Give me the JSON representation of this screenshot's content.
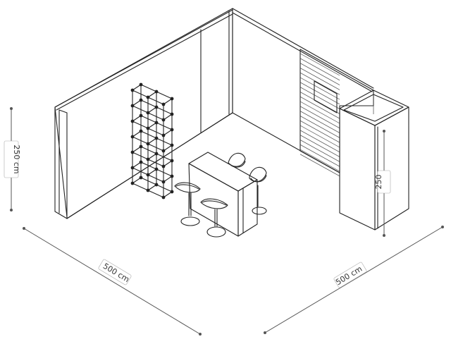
{
  "dimensions": {
    "height_label": "250 cm",
    "cabin_height_label": "250",
    "left_width_label": "500 cm",
    "right_width_label": "500 cm"
  }
}
